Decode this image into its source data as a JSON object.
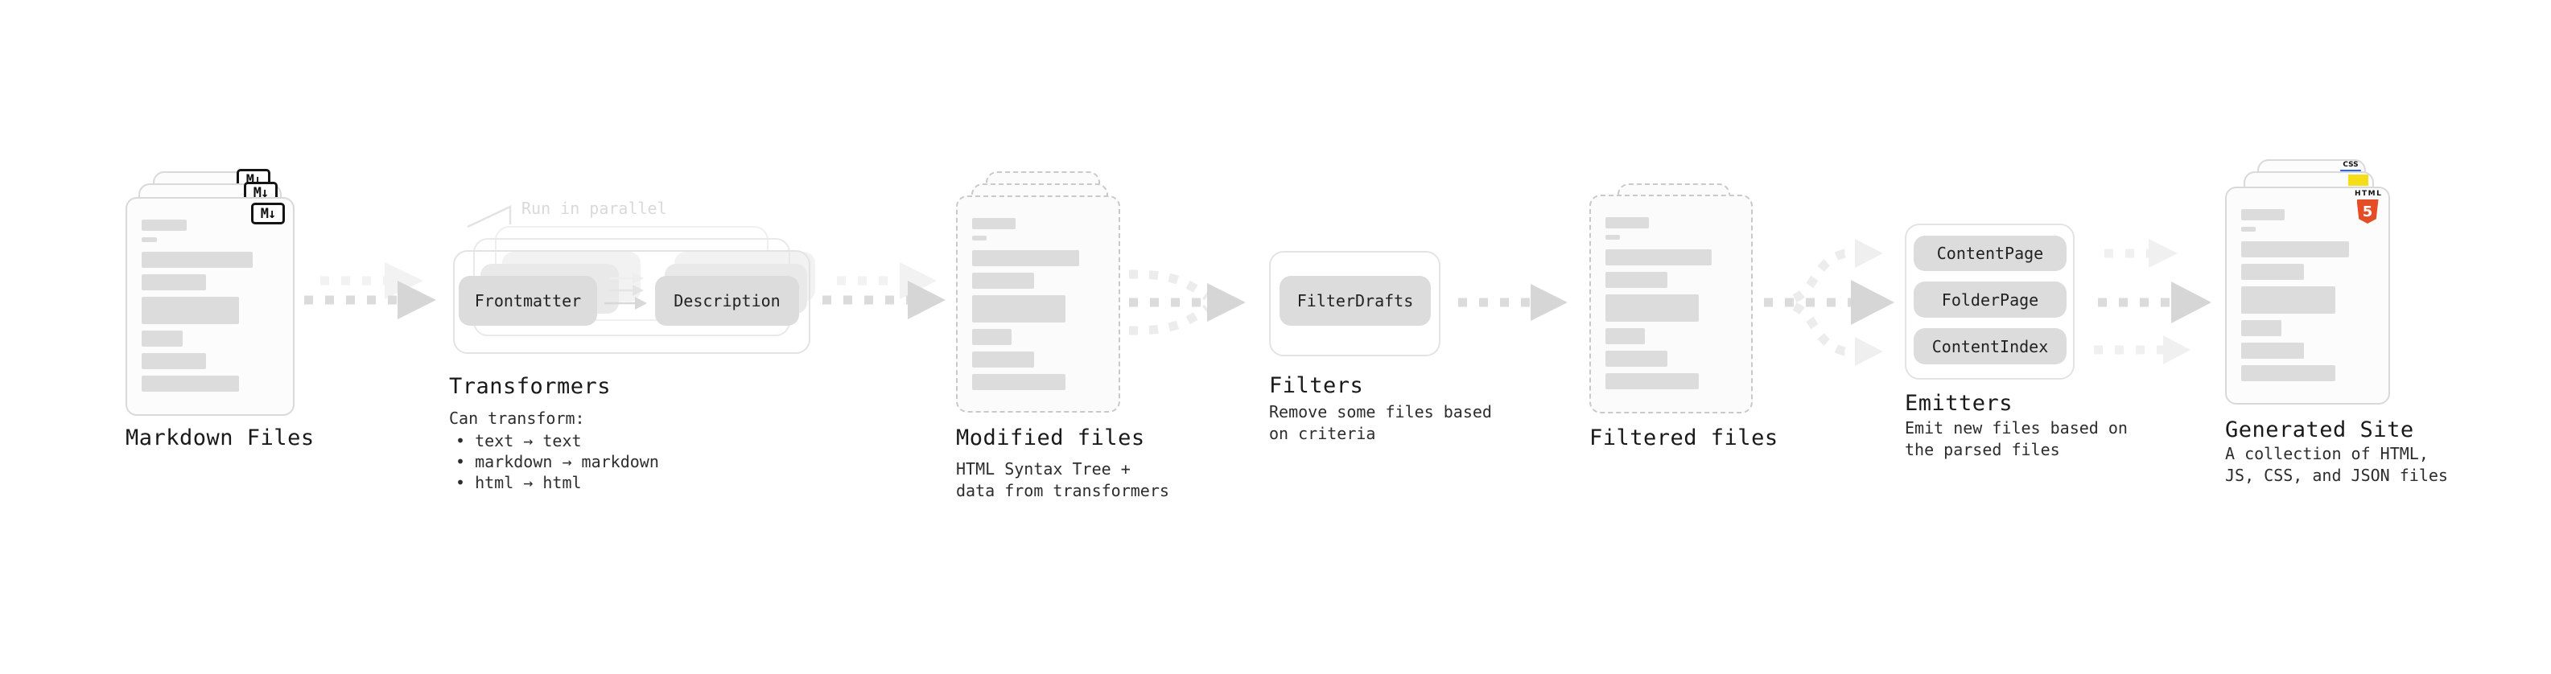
{
  "diagram": {
    "background": "#ffffff",
    "nodes": {
      "markdown_files": {
        "title": "Markdown Files",
        "file_icon": "M↓"
      },
      "transformers": {
        "title": "Transformers",
        "annotation": "Run in parallel",
        "input_box": "Frontmatter",
        "output_box": "Description",
        "description": "Can transform:",
        "bullets": [
          "• text → text",
          "• markdown → markdown",
          "• html → html"
        ]
      },
      "modified_files": {
        "title": "Modified files",
        "description": "HTML Syntax Tree +\ndata from transformers"
      },
      "filters": {
        "title": "Filters",
        "filter_box": "FilterDrafts",
        "description": "Remove some files based\non criteria"
      },
      "filtered_files": {
        "title": "Filtered files"
      },
      "emitters": {
        "title": "Emitters",
        "emitter_boxes": [
          "ContentPage",
          "FolderPage",
          "ContentIndex"
        ],
        "description": "Emit new files based on\nthe parsed files"
      },
      "generated_site": {
        "title": "Generated Site",
        "description": "A collection of HTML,\nJS, CSS, and JSON files",
        "html5_badge": {
          "wordmark": "HTML",
          "numeral": "5"
        },
        "css_badge": "CSS"
      }
    },
    "colors": {
      "html5_orange": "#e44d26",
      "js_yellow": "#f5de19",
      "css_blue": "#2962ff",
      "arrow_dark": "#dbdbdb",
      "arrow_light": "#f2f2f2",
      "card_border": "#d9d9d9",
      "box_fill": "#dcdcdc"
    }
  }
}
